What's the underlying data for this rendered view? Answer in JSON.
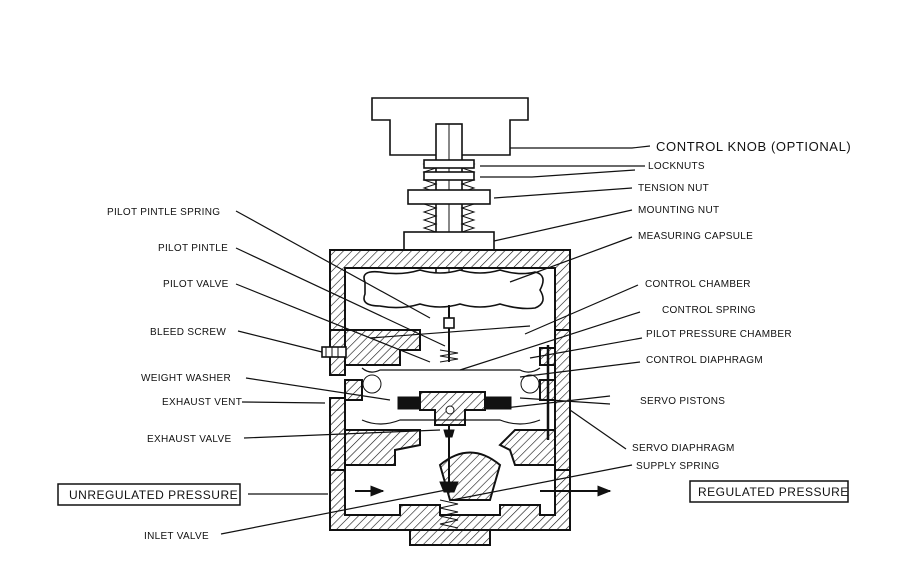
{
  "labels": {
    "control_knob": "CONTROL KNOB (OPTIONAL)",
    "locknuts": "LOCKNUTS",
    "tension_nut": "TENSION NUT",
    "mounting_nut": "MOUNTING NUT",
    "measuring_capsule": "MEASURING CAPSULE",
    "control_chamber": "CONTROL CHAMBER",
    "control_spring": "CONTROL SPRING",
    "pilot_pressure_chamber": "PILOT PRESSURE CHAMBER",
    "control_diaphragm": "CONTROL DIAPHRAGM",
    "servo_pistons": "SERVO PISTONS",
    "servo_diaphragm": "SERVO DIAPHRAGM",
    "supply_spring": "SUPPLY SPRING",
    "pilot_pintle_spring": "PILOT PINTLE SPRING",
    "pilot_pintle": "PILOT PINTLE",
    "pilot_valve": "PILOT VALVE",
    "bleed_screw": "BLEED SCREW",
    "weight_washer": "WEIGHT WASHER",
    "exhaust_vent": "EXHAUST VENT",
    "exhaust_valve": "EXHAUST VALVE",
    "inlet_valve": "INLET VALVE"
  },
  "boxes": {
    "unregulated_pressure": "UNREGULATED PRESSURE",
    "regulated_pressure": "REGULATED PRESSURE"
  }
}
